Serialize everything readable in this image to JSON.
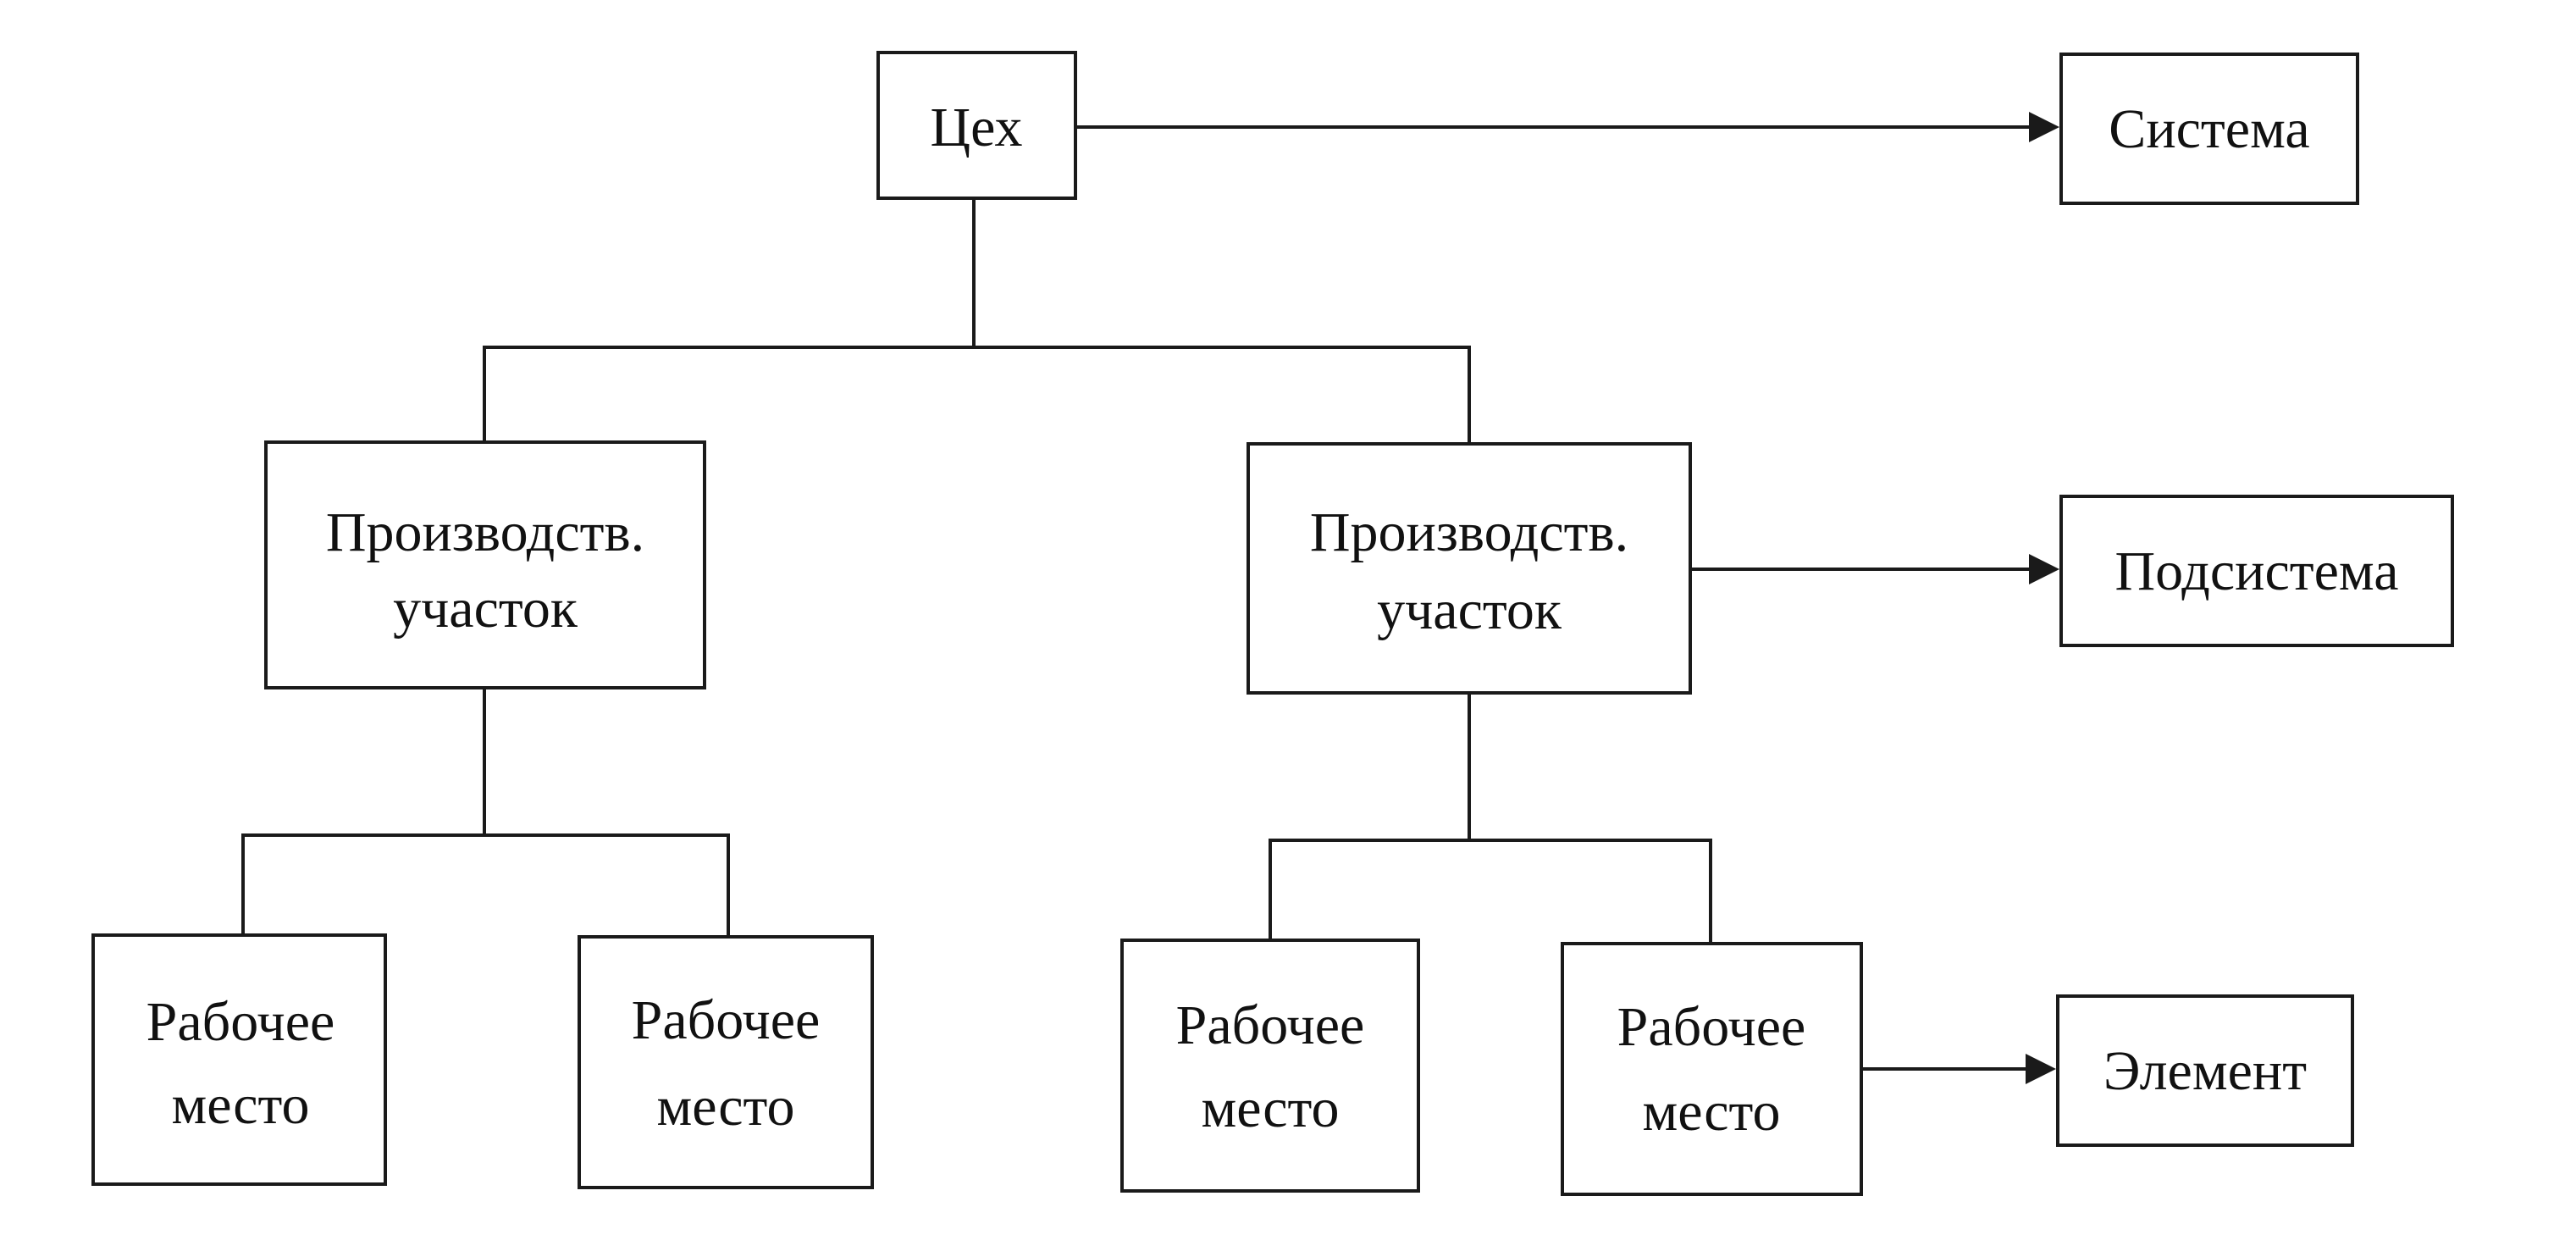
{
  "diagram": {
    "root": {
      "label": "Цех"
    },
    "sections": [
      {
        "line1": "Производств.",
        "line2": "участок"
      },
      {
        "line1": "Производств.",
        "line2": "участок"
      }
    ],
    "workplaces": [
      {
        "line1": "Рабочее",
        "line2": "место"
      },
      {
        "line1": "Рабочее",
        "line2": "место"
      },
      {
        "line1": "Рабочее",
        "line2": "место"
      },
      {
        "line1": "Рабочее",
        "line2": "место"
      }
    ],
    "levels": {
      "system": "Система",
      "subsystem": "Подсистема",
      "element": "Элемент"
    }
  }
}
